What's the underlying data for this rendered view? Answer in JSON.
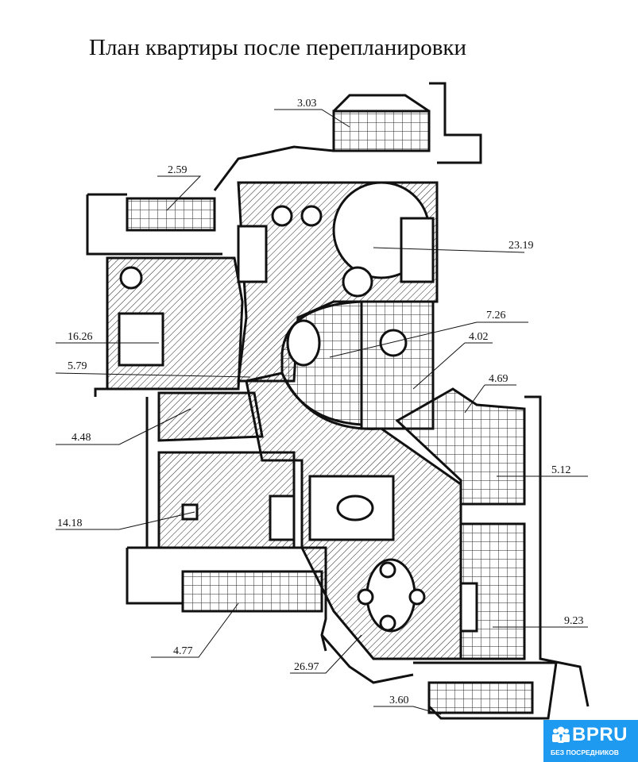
{
  "title": "План квартиры после перепланировки",
  "areas": {
    "balcony_top": "3.03",
    "balcony_left": "2.59",
    "living_room": "23.19",
    "bathroom": "7.26",
    "wc": "4.02",
    "hall_right": "4.69",
    "bedroom": "16.26",
    "corridor": "5.79",
    "wardrobe": "4.48",
    "storage": "5.12",
    "room_left": "14.18",
    "kitchen": "9.23",
    "loggia_bottom": "4.77",
    "dining_hall": "26.97",
    "balcony_bottom": "3.60"
  },
  "logo": {
    "brand": "BPRU",
    "tagline": "БЕЗ ПОСРЕДНИКОВ"
  },
  "colors": {
    "ink": "#111111",
    "logo_bg": "#1e9af0"
  }
}
